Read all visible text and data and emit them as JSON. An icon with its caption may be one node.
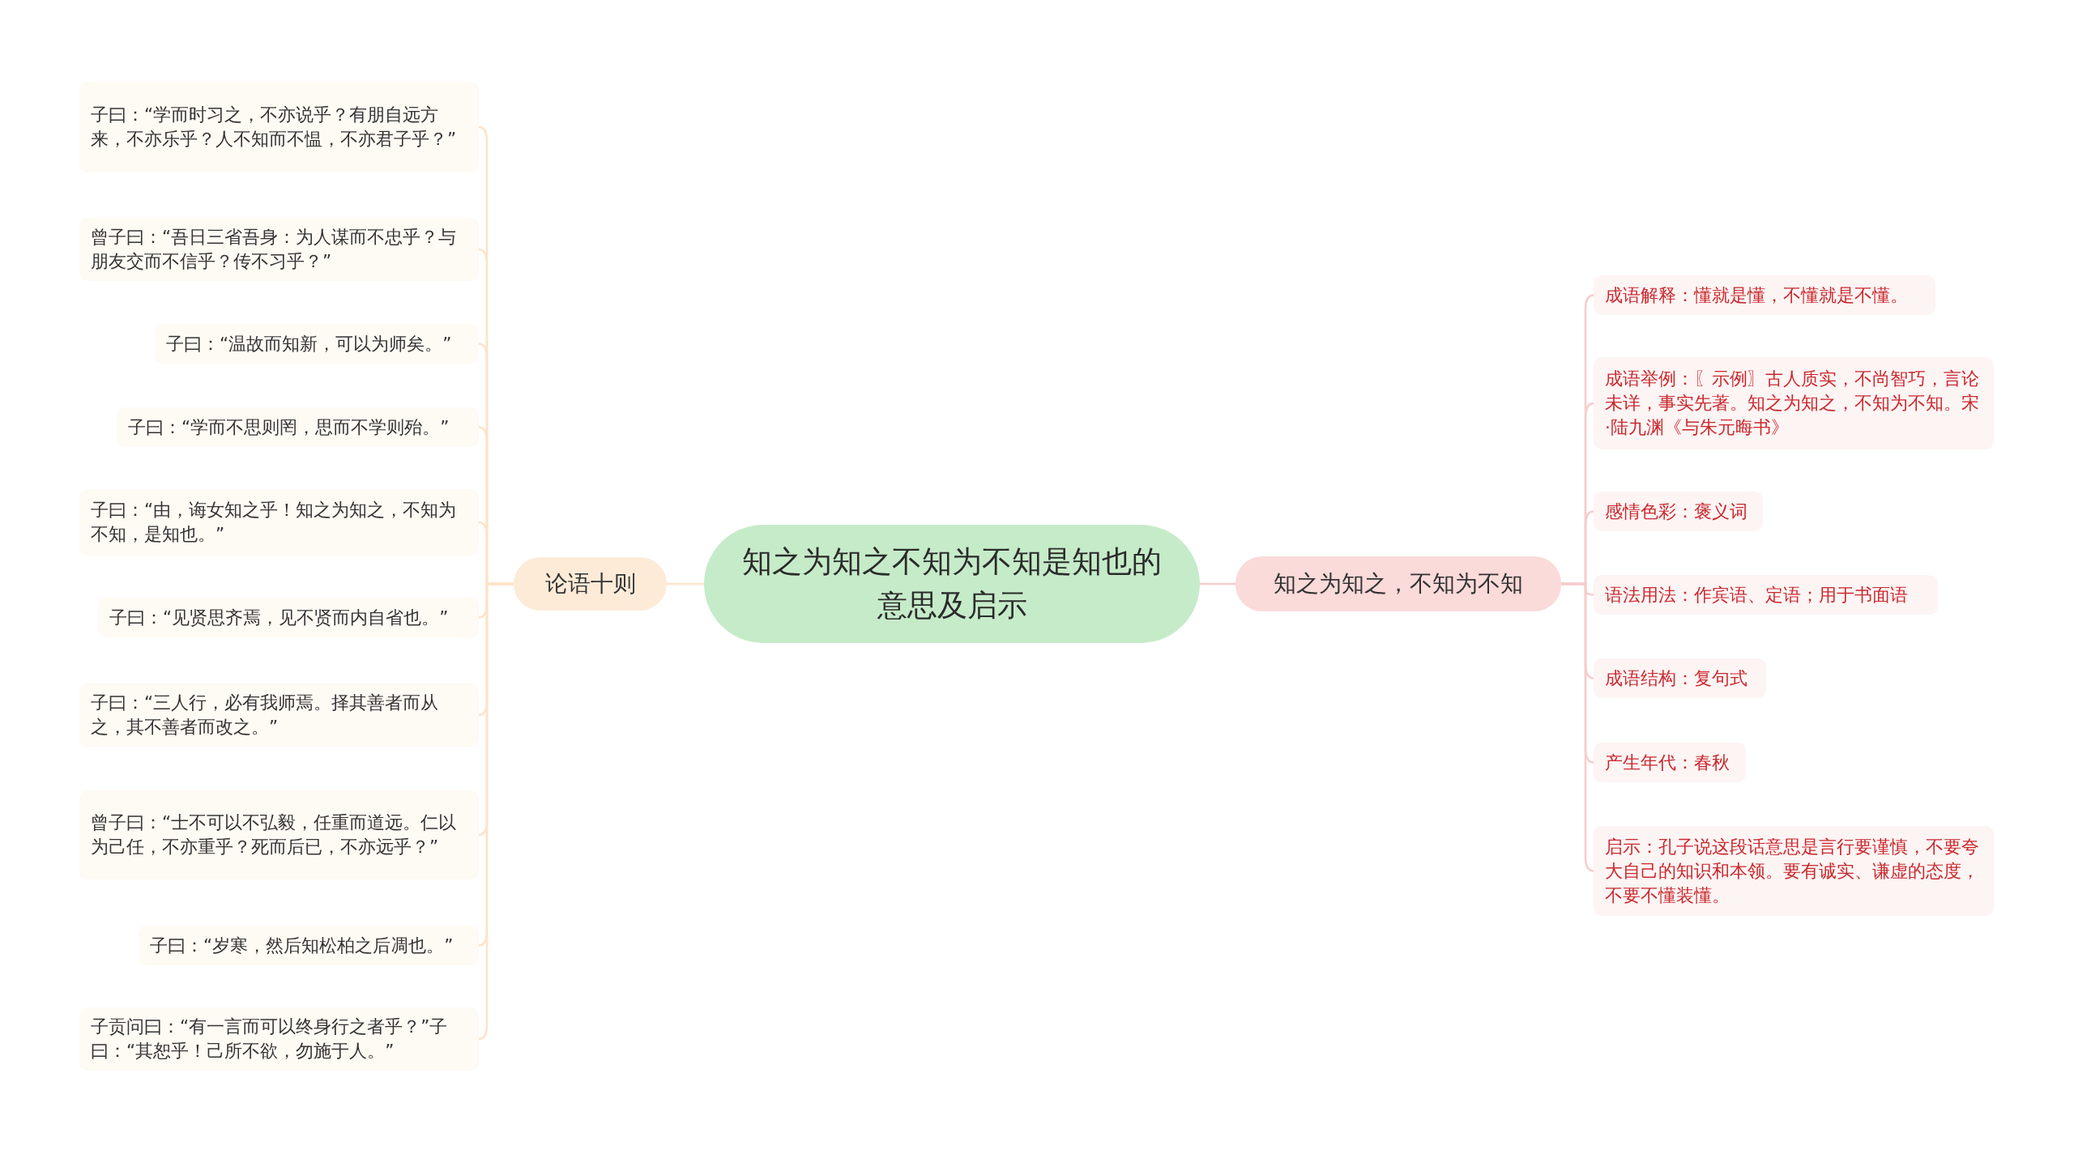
{
  "diagram": {
    "nodes": [
      {
        "text": [
          "知之为知之不知为不知是知也的意思及启示"
        ]
      },
      {
        "text": [
          "论语十则"
        ]
      },
      {
        "text": [
          "子曰：“学而时习之，不亦说乎？有朋自远方来，不亦乐乎？人不知而不愠，不亦君子乎？”"
        ]
      },
      {
        "text": [
          "曾子曰：“吾日三省吾身：为人谋而不忠乎？与朋友交而不信乎？传不习乎？”"
        ]
      },
      {
        "text": [
          "子曰：“温故而知新，可以为师矣。”"
        ]
      },
      {
        "text": [
          "子曰：“学而不思则罔，思而不学则殆。”"
        ]
      },
      {
        "text": [
          "子曰：“由，诲女知之乎！知之为知之，不知为不知，是知也。”"
        ]
      },
      {
        "text": [
          "子曰：“见贤思齐焉，见不贤而内自省也。”"
        ]
      },
      {
        "text": [
          "子曰：“三人行，必有我师焉。择其善者而从之，其不善者而改之。”"
        ]
      },
      {
        "text": [
          "曾子曰：“士不可以不弘毅，任重而道远。仁以为己任，不亦重乎？死而后已，不亦远乎？”"
        ]
      },
      {
        "text": [
          "子曰：“岁寒，然后知松柏之后凋也。”"
        ]
      },
      {
        "text": [
          "子贡问曰：“有一言而可以终身行之者乎？”子曰：“其恕乎！己所不欲，勿施于人。”"
        ]
      },
      {
        "text": [
          "知之为知之，不知为不知"
        ]
      },
      {
        "text": [
          "成语解释：懂就是懂，不懂就是不懂。"
        ]
      },
      {
        "text": [
          "成语举例：〖示例〗古人质实，不尚智巧，言论未详，事实先著。知之为知之，不知为不知。宋·陆九渊《与朱元晦书》"
        ]
      },
      {
        "text": [
          "感情色彩：褒义词"
        ]
      },
      {
        "text": [
          "语法用法：作宾语、定语；用于书面语"
        ]
      },
      {
        "text": [
          "成语结构：复句式"
        ]
      },
      {
        "text": [
          "产生年代：春秋"
        ]
      },
      {
        "text": [
          "启示：孔子说这段话意思是言行要谨慎，不要夸大自己的知识和本领。要有诚实、谦虚的态度，不要不懂装懂。"
        ]
      }
    ],
    "edges": [
      {
        "from": 0,
        "to": 1,
        "arrow": "none"
      },
      {
        "from": 1,
        "to": 2,
        "arrow": "none"
      },
      {
        "from": 1,
        "to": 3,
        "arrow": "none"
      },
      {
        "from": 1,
        "to": 4,
        "arrow": "none"
      },
      {
        "from": 1,
        "to": 5,
        "arrow": "none"
      },
      {
        "from": 1,
        "to": 6,
        "arrow": "none"
      },
      {
        "from": 1,
        "to": 7,
        "arrow": "none"
      },
      {
        "from": 1,
        "to": 8,
        "arrow": "none"
      },
      {
        "from": 1,
        "to": 9,
        "arrow": "none"
      },
      {
        "from": 1,
        "to": 10,
        "arrow": "none"
      },
      {
        "from": 1,
        "to": 11,
        "arrow": "none"
      },
      {
        "from": 0,
        "to": 12,
        "arrow": "none"
      },
      {
        "from": 12,
        "to": 13,
        "arrow": "none"
      },
      {
        "from": 12,
        "to": 14,
        "arrow": "none"
      },
      {
        "from": 12,
        "to": 15,
        "arrow": "none"
      },
      {
        "from": 12,
        "to": 16,
        "arrow": "none"
      },
      {
        "from": 12,
        "to": 17,
        "arrow": "none"
      },
      {
        "from": 12,
        "to": 18,
        "arrow": "none"
      },
      {
        "from": 12,
        "to": 19,
        "arrow": "none"
      }
    ]
  }
}
